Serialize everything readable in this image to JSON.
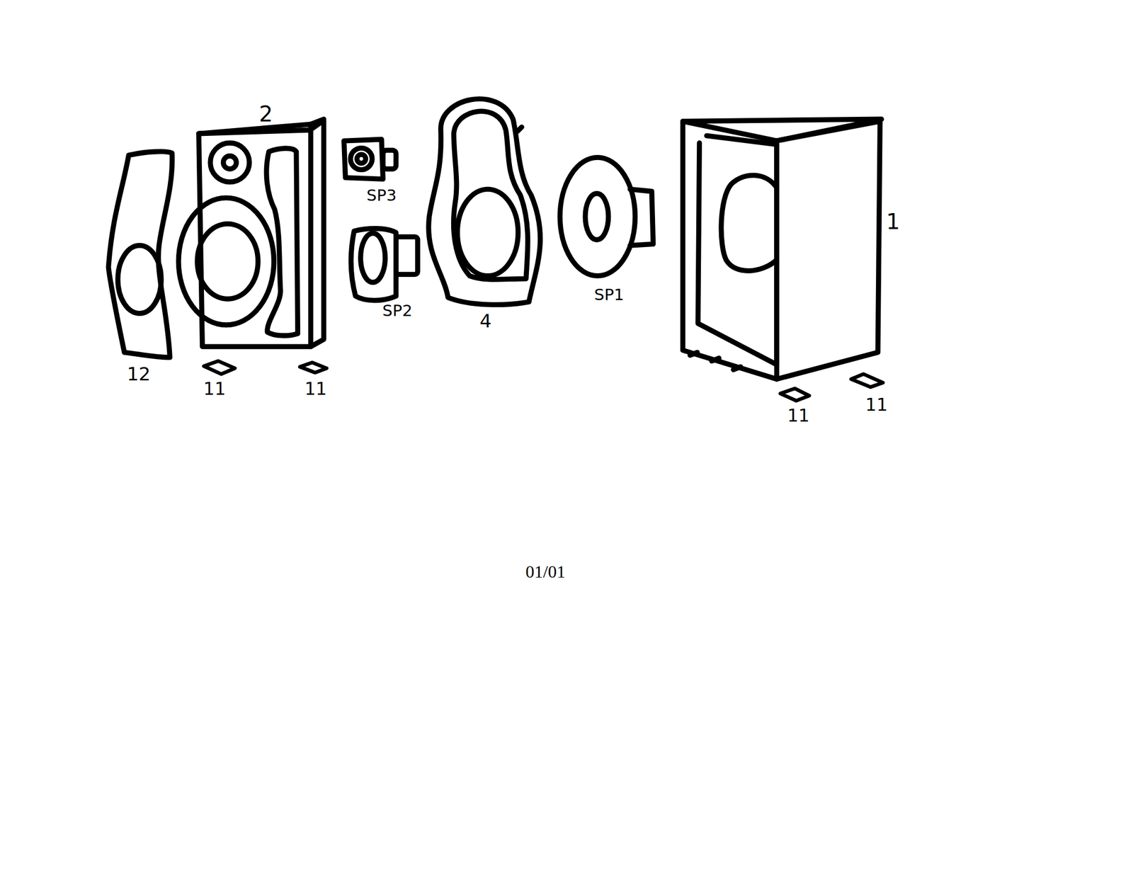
{
  "diagram": {
    "labels": [
      "2",
      "SP3",
      "1",
      "SP2",
      "SP1",
      "4",
      "12",
      "11",
      "11",
      "11",
      "11",
      "01/01"
    ]
  }
}
